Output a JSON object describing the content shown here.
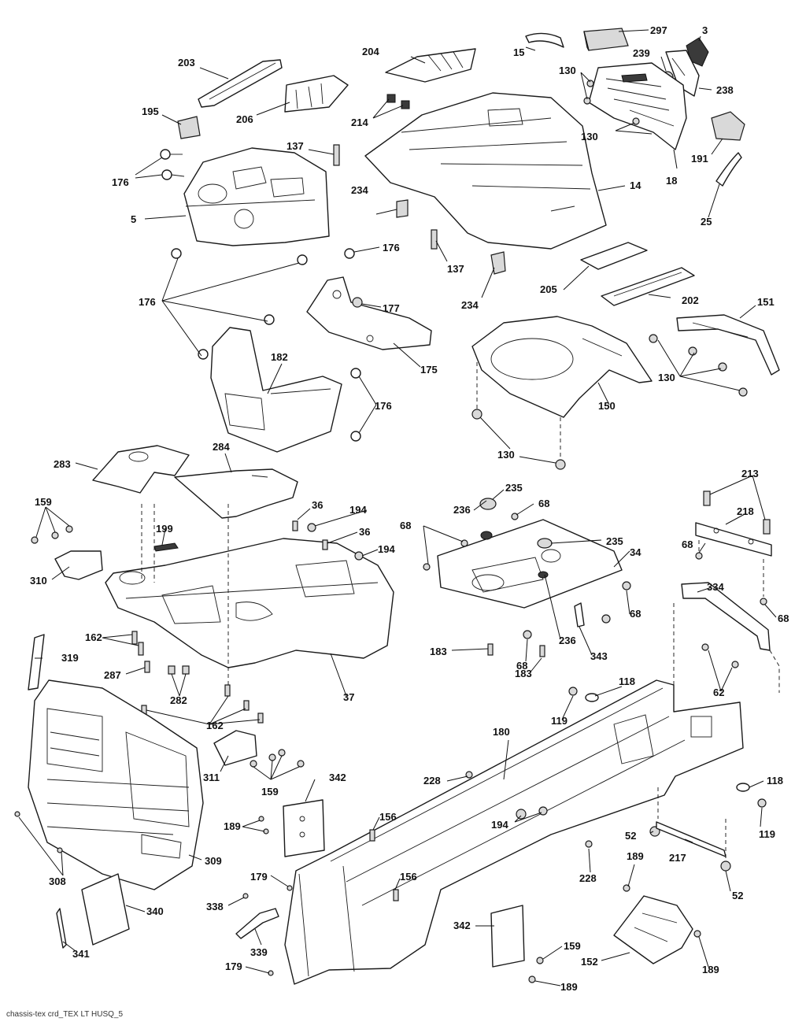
{
  "footer": "chassis-tex crd_TEX LT HUSQ_5",
  "labels": [
    {
      "key": "l297",
      "text": "297"
    },
    {
      "key": "l3",
      "text": "3"
    },
    {
      "key": "l15",
      "text": "15"
    },
    {
      "key": "l239",
      "text": "239"
    },
    {
      "key": "l130a",
      "text": "130"
    },
    {
      "key": "l238",
      "text": "238"
    },
    {
      "key": "l204",
      "text": "204"
    },
    {
      "key": "l203",
      "text": "203"
    },
    {
      "key": "l206",
      "text": "206"
    },
    {
      "key": "l214",
      "text": "214"
    },
    {
      "key": "l195",
      "text": "195"
    },
    {
      "key": "l130b",
      "text": "130"
    },
    {
      "key": "l191",
      "text": "191"
    },
    {
      "key": "l18",
      "text": "18"
    },
    {
      "key": "l25",
      "text": "25"
    },
    {
      "key": "l137a",
      "text": "137"
    },
    {
      "key": "l176a",
      "text": "176"
    },
    {
      "key": "l5",
      "text": "5"
    },
    {
      "key": "l234a",
      "text": "234"
    },
    {
      "key": "l14",
      "text": "14"
    },
    {
      "key": "l176b",
      "text": "176"
    },
    {
      "key": "l137b",
      "text": "137"
    },
    {
      "key": "l234b",
      "text": "234"
    },
    {
      "key": "l205",
      "text": "205"
    },
    {
      "key": "l202",
      "text": "202"
    },
    {
      "key": "l176c",
      "text": "176"
    },
    {
      "key": "l177",
      "text": "177"
    },
    {
      "key": "l151",
      "text": "151"
    },
    {
      "key": "l175",
      "text": "175"
    },
    {
      "key": "l182",
      "text": "182"
    },
    {
      "key": "l130c",
      "text": "130"
    },
    {
      "key": "l176d",
      "text": "176"
    },
    {
      "key": "l150",
      "text": "150"
    },
    {
      "key": "l130d",
      "text": "130"
    },
    {
      "key": "l283",
      "text": "283"
    },
    {
      "key": "l284",
      "text": "284"
    },
    {
      "key": "l235a",
      "text": "235"
    },
    {
      "key": "l213",
      "text": "213"
    },
    {
      "key": "l159a",
      "text": "159"
    },
    {
      "key": "l36a",
      "text": "36"
    },
    {
      "key": "l194a",
      "text": "194"
    },
    {
      "key": "l236a",
      "text": "236"
    },
    {
      "key": "l68a",
      "text": "68"
    },
    {
      "key": "l218",
      "text": "218"
    },
    {
      "key": "l199",
      "text": "199"
    },
    {
      "key": "l36b",
      "text": "36"
    },
    {
      "key": "l68b",
      "text": "68"
    },
    {
      "key": "l235b",
      "text": "235"
    },
    {
      "key": "l68c",
      "text": "68"
    },
    {
      "key": "l194b",
      "text": "194"
    },
    {
      "key": "l34",
      "text": "34"
    },
    {
      "key": "l310",
      "text": "310"
    },
    {
      "key": "l334",
      "text": "334"
    },
    {
      "key": "l68d",
      "text": "68"
    },
    {
      "key": "l68e",
      "text": "68"
    },
    {
      "key": "l162a",
      "text": "162"
    },
    {
      "key": "l319",
      "text": "319"
    },
    {
      "key": "l236b",
      "text": "236"
    },
    {
      "key": "l183a",
      "text": "183"
    },
    {
      "key": "l68f",
      "text": "68"
    },
    {
      "key": "l343",
      "text": "343"
    },
    {
      "key": "l287",
      "text": "287"
    },
    {
      "key": "l183b",
      "text": "183"
    },
    {
      "key": "l37",
      "text": "37"
    },
    {
      "key": "l62",
      "text": "62"
    },
    {
      "key": "l282",
      "text": "282"
    },
    {
      "key": "l118a",
      "text": "118"
    },
    {
      "key": "l119a",
      "text": "119"
    },
    {
      "key": "l162b",
      "text": "162"
    },
    {
      "key": "l180",
      "text": "180"
    },
    {
      "key": "l228a",
      "text": "228"
    },
    {
      "key": "l311",
      "text": "311"
    },
    {
      "key": "l159b",
      "text": "159"
    },
    {
      "key": "l342a",
      "text": "342"
    },
    {
      "key": "l118b",
      "text": "118"
    },
    {
      "key": "l156a",
      "text": "156"
    },
    {
      "key": "l189a",
      "text": "189"
    },
    {
      "key": "l194c",
      "text": "194"
    },
    {
      "key": "l119b",
      "text": "119"
    },
    {
      "key": "l52a",
      "text": "52"
    },
    {
      "key": "l309",
      "text": "309"
    },
    {
      "key": "l217",
      "text": "217"
    },
    {
      "key": "l189b",
      "text": "189"
    },
    {
      "key": "l228b",
      "text": "228"
    },
    {
      "key": "l308",
      "text": "308"
    },
    {
      "key": "l179a",
      "text": "179"
    },
    {
      "key": "l156b",
      "text": "156"
    },
    {
      "key": "l52b",
      "text": "52"
    },
    {
      "key": "l338",
      "text": "338"
    },
    {
      "key": "l340",
      "text": "340"
    },
    {
      "key": "l342b",
      "text": "342"
    },
    {
      "key": "l159c",
      "text": "159"
    },
    {
      "key": "l339",
      "text": "339"
    },
    {
      "key": "l341",
      "text": "341"
    },
    {
      "key": "l152",
      "text": "152"
    },
    {
      "key": "l189c",
      "text": "189"
    },
    {
      "key": "l179b",
      "text": "179"
    },
    {
      "key": "l189d",
      "text": "189"
    }
  ]
}
